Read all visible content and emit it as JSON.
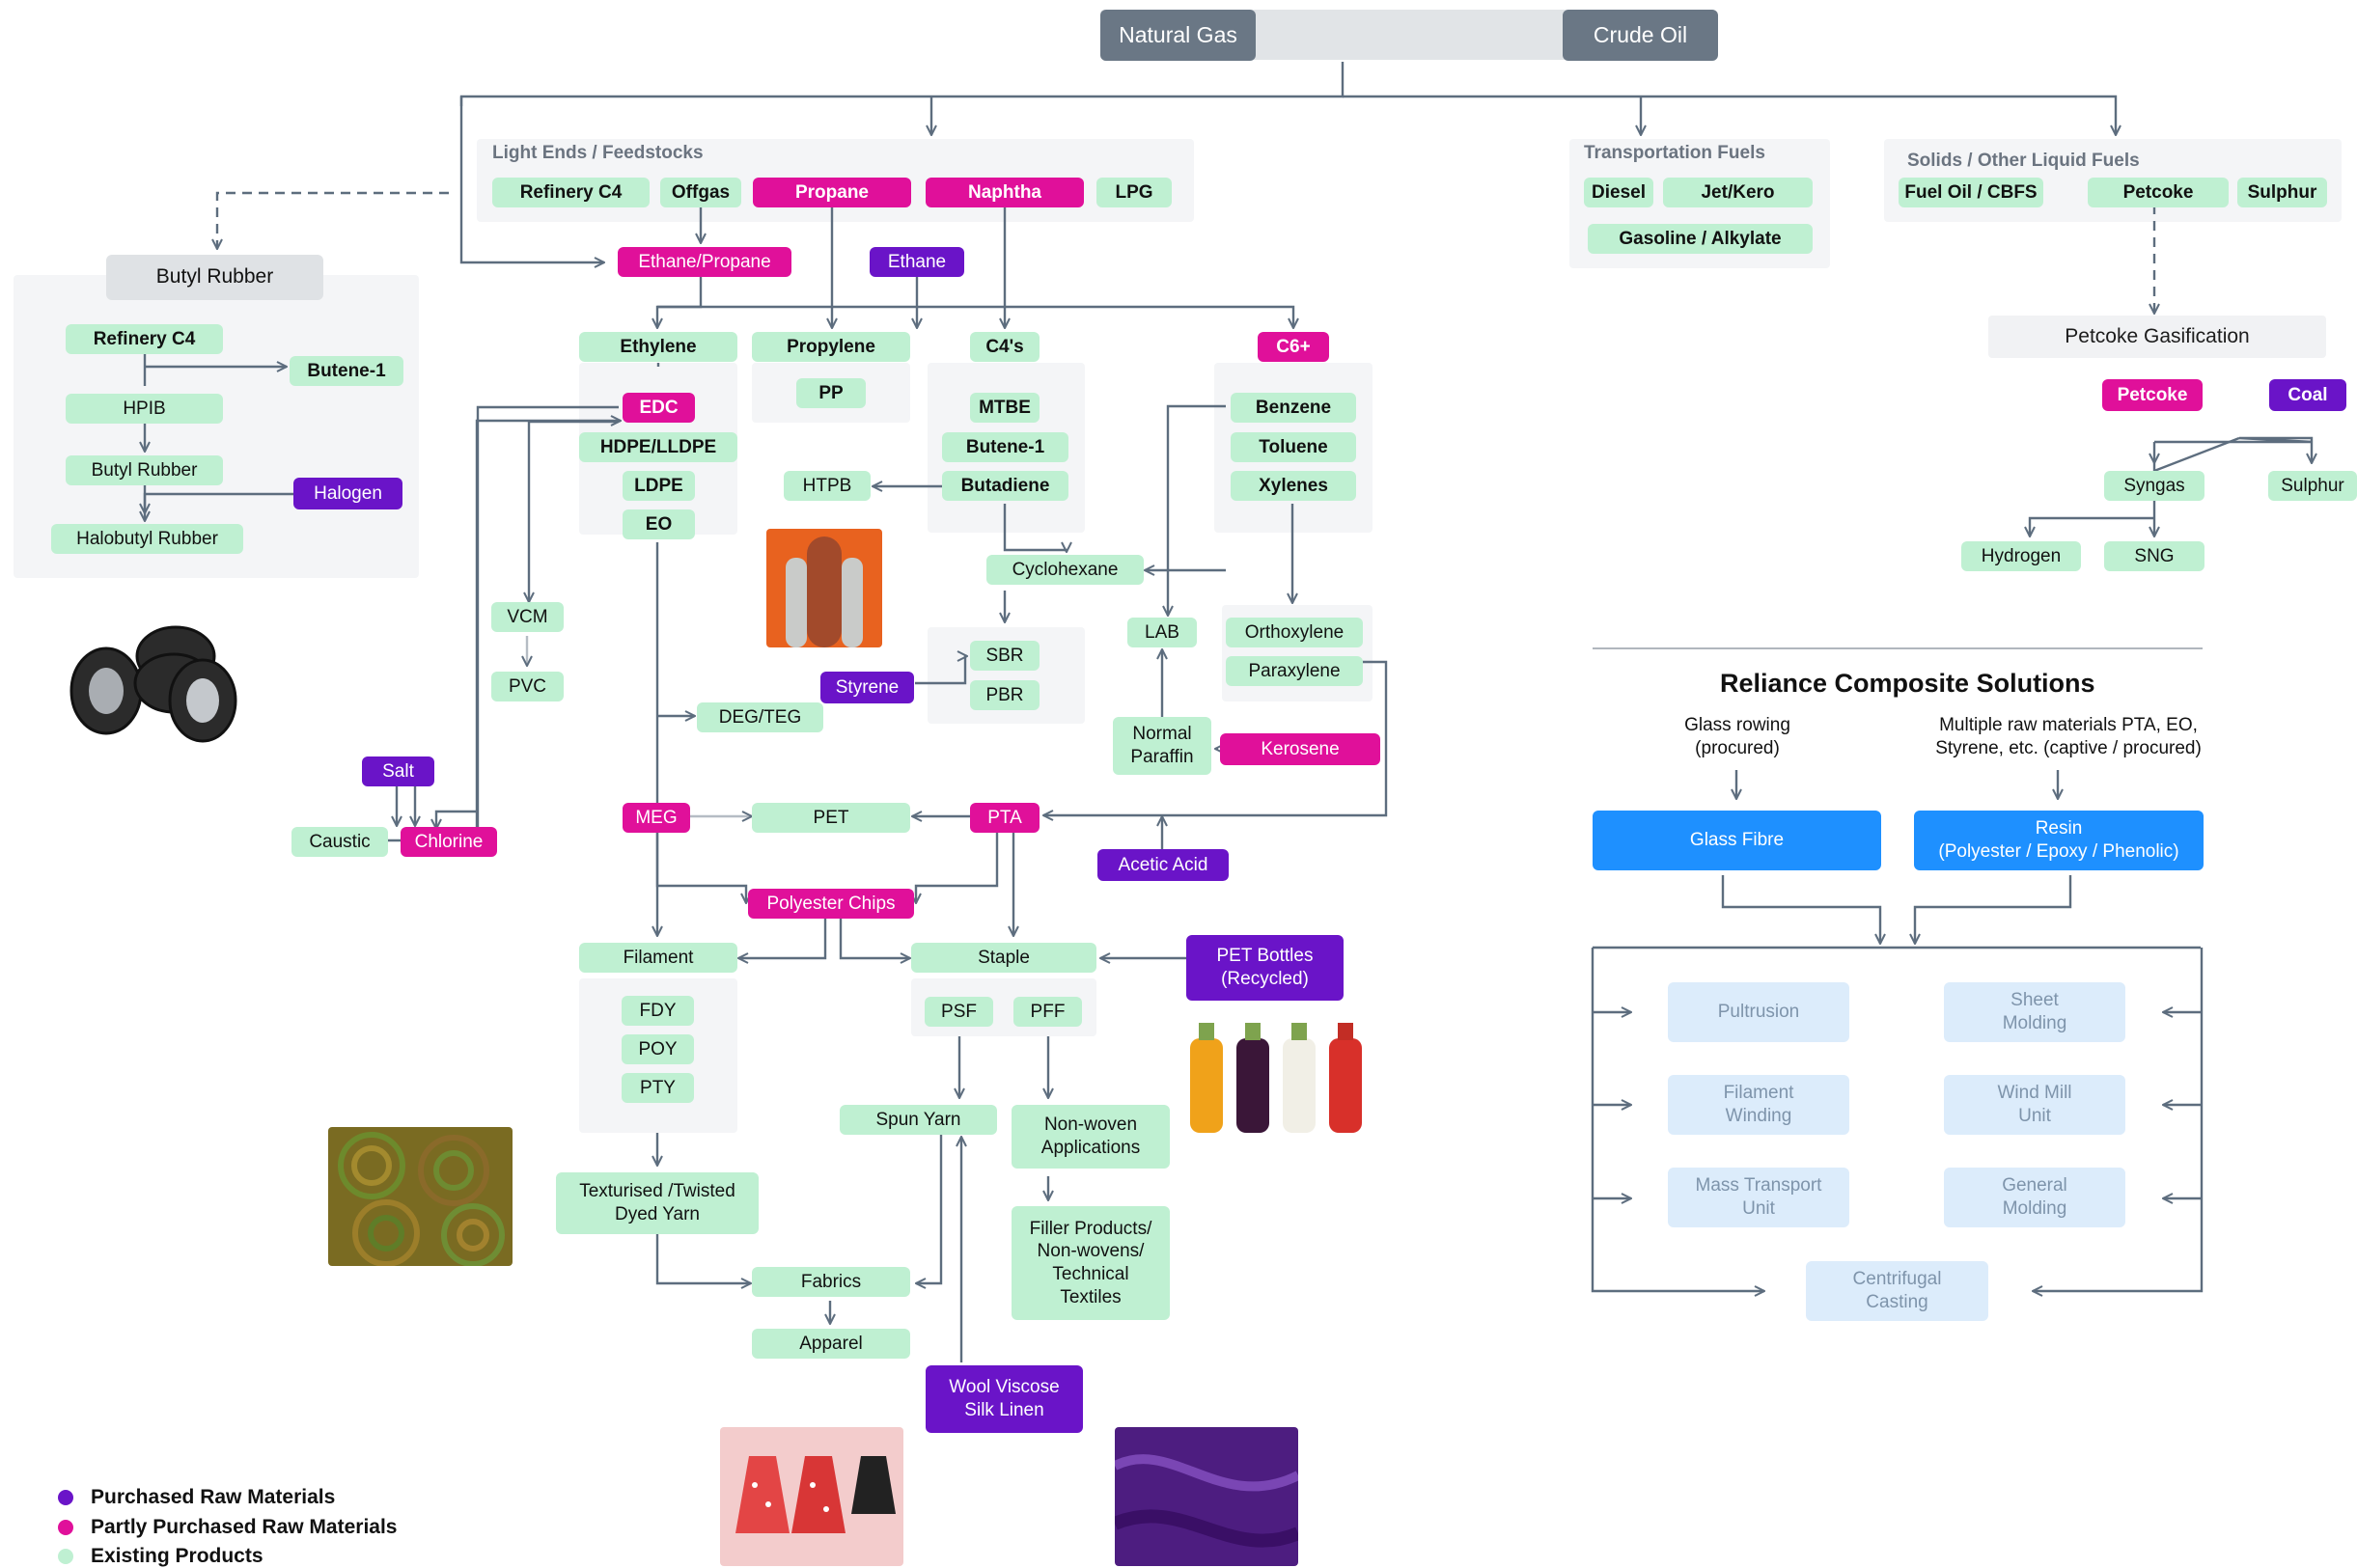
{
  "colors": {
    "purchased": "#6a14c8",
    "partly_purchased": "#e0109a",
    "existing": "#bff0d2",
    "composite": "#1e90ff",
    "composite_light": "#dcecfb",
    "connector": "#5d6d7e"
  },
  "top": {
    "natural_gas": "Natural Gas",
    "crude_oil": "Crude Oil"
  },
  "light_ends": {
    "title": "Light Ends / Feedstocks",
    "refinery_c4": "Refinery C4",
    "offgas": "Offgas",
    "propane": "Propane",
    "naphtha": "Naphtha",
    "lpg": "LPG"
  },
  "transport": {
    "title": "Transportation Fuels",
    "diesel": "Diesel",
    "jetkero": "Jet/Kero",
    "gasoline": "Gasoline / Alkylate"
  },
  "solids": {
    "title": "Solids / Other Liquid Fuels",
    "fuel_oil": "Fuel Oil / CBFS",
    "petcoke": "Petcoke",
    "sulphur": "Sulphur"
  },
  "gasification": {
    "title": "Petcoke Gasification",
    "petcoke": "Petcoke",
    "coal": "Coal",
    "syngas": "Syngas",
    "sulphur": "Sulphur",
    "hydrogen": "Hydrogen",
    "sng": "SNG"
  },
  "butyl": {
    "title": "Butyl Rubber",
    "refinery_c4": "Refinery C4",
    "butene1": "Butene-1",
    "hpib": "HPIB",
    "butyl_rubber": "Butyl Rubber",
    "halogen": "Halogen",
    "halobutyl": "Halobutyl Rubber"
  },
  "chem": {
    "ethane_propane": "Ethane/Propane",
    "ethane": "Ethane",
    "ethylene": "Ethylene",
    "propylene": "Propylene",
    "c4s": "C4's",
    "c6plus": "C6+",
    "edc": "EDC",
    "hdpe": "HDPE/LLDPE",
    "ldpe": "LDPE",
    "eo": "EO",
    "pp": "PP",
    "mtbe": "MTBE",
    "butene1": "Butene-1",
    "butadiene": "Butadiene",
    "htpb": "HTPB",
    "benzene": "Benzene",
    "toluene": "Toluene",
    "xylenes": "Xylenes",
    "cyclohexane": "Cyclohexane",
    "lab": "LAB",
    "sbr": "SBR",
    "pbr": "PBR",
    "styrene": "Styrene",
    "orthoxylene": "Orthoxylene",
    "paraxylene": "Paraxylene",
    "vcm": "VCM",
    "pvc": "PVC",
    "deg_teg": "DEG/TEG",
    "normal_paraffin": "Normal\nParaffin",
    "kerosene": "Kerosene",
    "salt": "Salt",
    "caustic": "Caustic",
    "chlorine": "Chlorine",
    "meg": "MEG",
    "pet": "PET",
    "pta": "PTA",
    "acetic_acid": "Acetic Acid",
    "polyester_chips": "Polyester Chips",
    "filament": "Filament",
    "staple": "Staple",
    "pet_bottles": "PET Bottles\n(Recycled)",
    "fdy": "FDY",
    "poy": "POY",
    "pty": "PTY",
    "psf": "PSF",
    "pff": "PFF",
    "spun_yarn": "Spun Yarn",
    "nonwoven": "Non-woven\nApplications",
    "filler": "Filler Products/\nNon-wovens/\nTechnical\nTextiles",
    "texturised": "Texturised /Twisted\nDyed Yarn",
    "fabrics": "Fabrics",
    "apparel": "Apparel",
    "wool": "Wool Viscose\nSilk Linen"
  },
  "composite": {
    "title": "Reliance Composite Solutions",
    "glass_rowing": "Glass rowing\n(procured)",
    "multiple_raw": "Multiple raw materials PTA, EO,\nStyrene, etc. (captive / procured)",
    "glass_fibre": "Glass Fibre",
    "resin": "Resin\n(Polyester / Epoxy / Phenolic)",
    "pultrusion": "Pultrusion",
    "sheet_molding": "Sheet\nMolding",
    "filament_winding": "Filament\nWinding",
    "wind_mill": "Wind Mill\nUnit",
    "mass_transport": "Mass Transport\nUnit",
    "general_molding": "General\nMolding",
    "centrifugal": "Centrifugal\nCasting"
  },
  "legend": {
    "purchased": "Purchased Raw Materials",
    "partly": "Partly Purchased Raw Materials",
    "existing": "Existing Products"
  }
}
